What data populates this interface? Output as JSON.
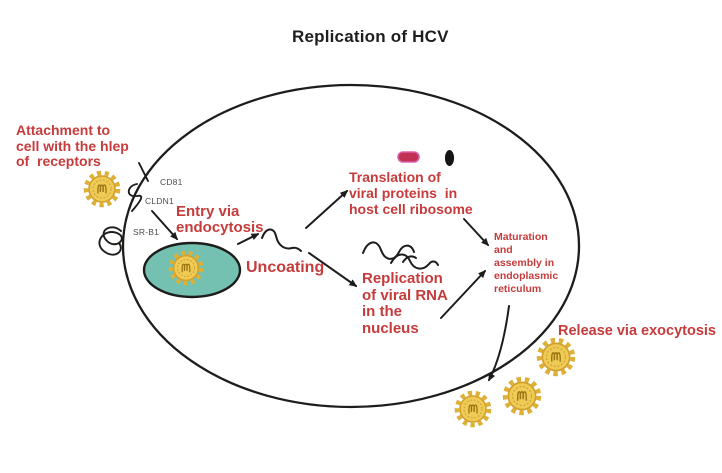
{
  "title": "Replication of HCV",
  "labels": {
    "attachment": "Attachment to\ncell with the hlep\nof  receptors",
    "entry": "Entry via\nendocytosis",
    "uncoating": "Uncoating",
    "translation": "Translation of\nviral proteins  in\nhost cell ribosome",
    "replication": "Replication\nof viral RNA\nin the\nnucleus",
    "maturation": "Maturation\nand\nassembly in\nendoplasmic\nreticulum",
    "release": "Release via exocytosis"
  },
  "receptors": {
    "cd81": "CD81",
    "cldn1": "CLDN1",
    "srb1": "SR-B1"
  },
  "icons": {
    "virion": "hcv-virion-icon",
    "ribosome_small_subunit": "pink-capsule-ribosome-icon",
    "ribosome_large_subunit": "black-oval-ribosome-icon"
  },
  "colors": {
    "step_label_red": "#c63b3b",
    "title_black": "#1e1e1e",
    "membrane_black": "#1d1d1b",
    "endosome_teal": "#74c0b1",
    "virion_spike_gold": "#ddb138",
    "virion_body_gold": "#efcb55",
    "virion_rim_gold": "#d2a12d",
    "virion_core_brown": "#9a7313",
    "receptor_label_gray": "#4d4d4d",
    "ribosome_pink_fill": "#c23052",
    "ribosome_pink_outline": "#d860a8",
    "ribosome_black": "#151515"
  }
}
